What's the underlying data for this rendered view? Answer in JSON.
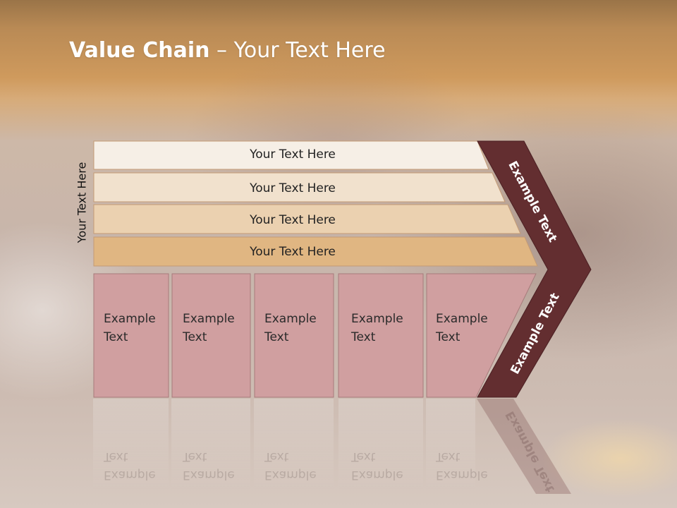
{
  "title": {
    "bold": "Value Chain",
    "rest": " – Your Text Here"
  },
  "side_label": "Your Text Here",
  "bars": [
    {
      "label": "Your Text Here",
      "color": "#f6efe6"
    },
    {
      "label": "Your Text Here",
      "color": "#f1e1cd"
    },
    {
      "label": "Your Text Here",
      "color": "#ebd1b0"
    },
    {
      "label": "Your Text Here",
      "color": "#e0b682"
    }
  ],
  "activities": [
    {
      "label": "Example Text"
    },
    {
      "label": "Example Text"
    },
    {
      "label": "Example Text"
    },
    {
      "label": "Example Text"
    },
    {
      "label": "Example Text"
    }
  ],
  "chevron": {
    "upper": "Example Text",
    "lower": "Example Text",
    "color": "#632e30"
  },
  "colors": {
    "activity": "#d09fa0",
    "activity_border": "#a77b7b",
    "bar_border": "#c49b75"
  }
}
